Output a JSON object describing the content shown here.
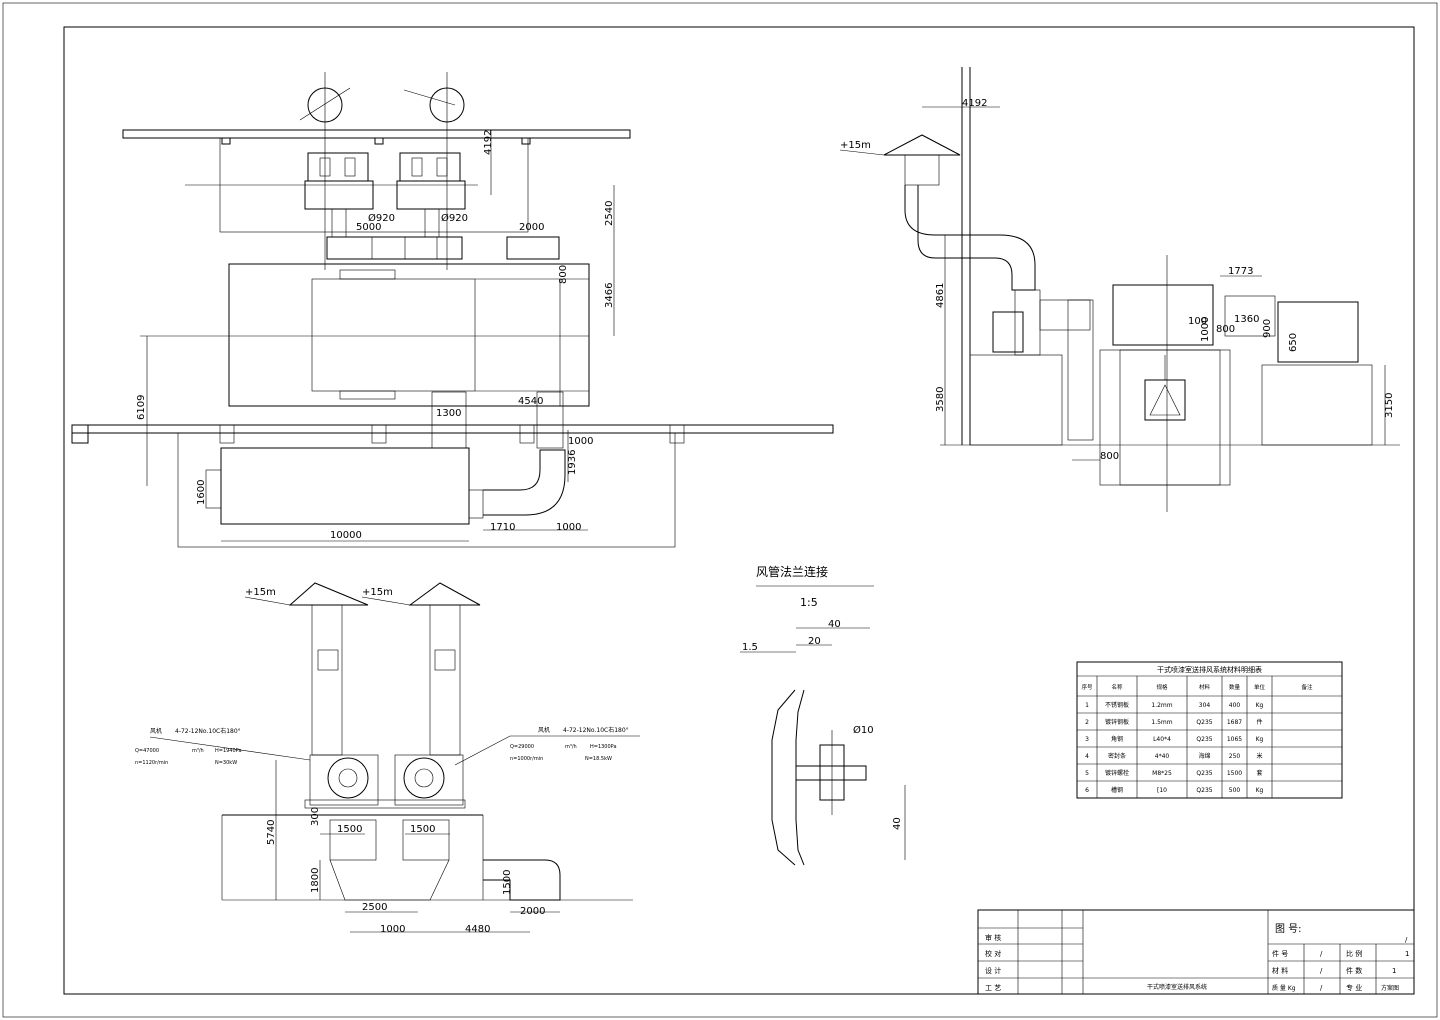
{
  "plan_view": {
    "dims": {
      "d4192": "4192",
      "d2540": "2540",
      "d3466": "3466",
      "d800": "800",
      "d6109": "6109",
      "d1300": "1300",
      "d4540": "4540",
      "d1000a": "1000",
      "d1936": "1936",
      "d1600": "1600",
      "d10000": "10000",
      "d1710": "1710",
      "d1000b": "1000",
      "d5000": "5000",
      "d2000": "2000",
      "phi1": "Ø920",
      "phi2": "Ø920"
    }
  },
  "side_view": {
    "elev": "+15m",
    "dims": {
      "d4192": "4192",
      "d4861": "4861",
      "d3580": "3580",
      "d800": "800",
      "d1773": "1773",
      "d1360": "1360",
      "d1000": "1000",
      "d100": "100",
      "d800b": "800",
      "d900": "900",
      "d650": "650",
      "d3150": "3150"
    }
  },
  "front_view": {
    "elev1": "+15m",
    "elev2": "+15m",
    "fan1": {
      "title": "风机",
      "model": "4-72-12No.10C右180°",
      "q": "Q=47000",
      "q_unit": "m³/h",
      "h": "H=1940Pa",
      "n": "n=1120r/min",
      "power": "N=30kW"
    },
    "fan2": {
      "title": "风机",
      "model": "4-72-12No.10C右180°",
      "q": "Q=29000",
      "q_unit": "m³/h",
      "h": "H=1300Pa",
      "n": "n=1000r/min",
      "power": "N=18.5kW"
    },
    "dims": {
      "d5740": "5740",
      "d1800": "1800",
      "d300": "300",
      "d1500a": "1500",
      "d1500b": "1500",
      "d1500c": "1500",
      "d2500": "2500",
      "d1000": "1000",
      "d4480": "4480",
      "d2000": "2000"
    }
  },
  "flange_detail": {
    "title": "风管法兰连接",
    "scale": "1:5",
    "dims": {
      "d40a": "40",
      "d20": "20",
      "d15": "1.5",
      "d10": "Ø10",
      "d40b": "40"
    }
  },
  "material_table": {
    "title": "干式喷漆室送排风系统材料明细表",
    "headers": [
      "序号",
      "名称",
      "规格",
      "材料",
      "数量",
      "单位",
      "备注"
    ],
    "rows": [
      [
        "1",
        "不锈钢板",
        "1.2mm",
        "304",
        "400",
        "Kg",
        ""
      ],
      [
        "2",
        "镀锌钢板",
        "1.5mm",
        "Q235",
        "1687",
        "件",
        ""
      ],
      [
        "3",
        "角钢",
        "L40*4",
        "Q235",
        "1065",
        "Kg",
        ""
      ],
      [
        "4",
        "密封条",
        "4*40",
        "海绵",
        "250",
        "米",
        ""
      ],
      [
        "5",
        "镀锌螺栓",
        "M8*25",
        "Q235",
        "1500",
        "套",
        ""
      ],
      [
        "6",
        "槽钢",
        "[10",
        "Q235",
        "500",
        "Kg",
        ""
      ]
    ]
  },
  "title_block": {
    "drawing_no_label": "图 号:",
    "row_labels": [
      "审 核",
      "校 对",
      "设 计",
      "工 艺"
    ],
    "drawing_name": "干式喷漆室送排风系统",
    "cells": {
      "piece_no": "件 号",
      "piece_no_val": "/",
      "scale": "比 例",
      "scale_val": "1",
      "material": "材 料",
      "material_val": "/",
      "count": "件 数",
      "count_val": "1",
      "weight": "质 量 Kg",
      "weight_val": "/",
      "major": "专 业",
      "major_val": "方案图",
      "slash": "/"
    }
  }
}
